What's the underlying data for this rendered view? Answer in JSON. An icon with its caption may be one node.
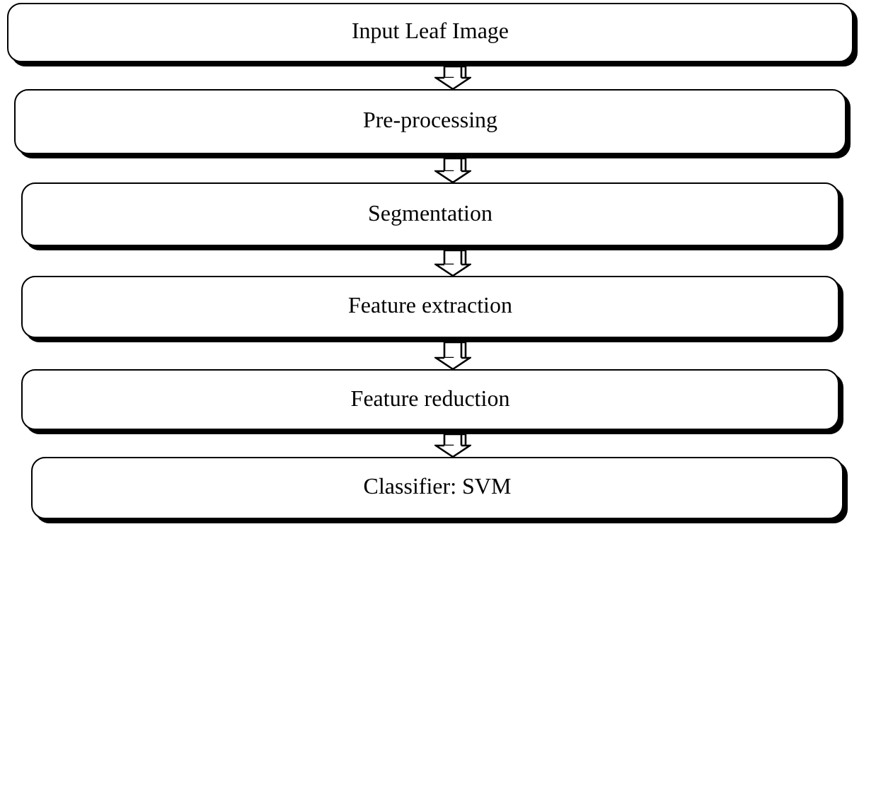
{
  "diagram": {
    "nodes": [
      {
        "text": [
          "Input Leaf Image"
        ]
      },
      {
        "text": [
          "Pre-processing"
        ]
      },
      {
        "text": [
          "Segmentation"
        ]
      },
      {
        "text": [
          "Feature extraction"
        ]
      },
      {
        "text": [
          "Feature reduction"
        ]
      },
      {
        "text": [
          "Classifier: SVM"
        ]
      }
    ],
    "edges": [
      {
        "from": 0,
        "to": 1,
        "arrow": "to"
      },
      {
        "from": 1,
        "to": 2,
        "arrow": "to"
      },
      {
        "from": 2,
        "to": 3,
        "arrow": "to"
      },
      {
        "from": 3,
        "to": 4,
        "arrow": "to"
      },
      {
        "from": 4,
        "to": 5,
        "arrow": "to"
      }
    ]
  }
}
